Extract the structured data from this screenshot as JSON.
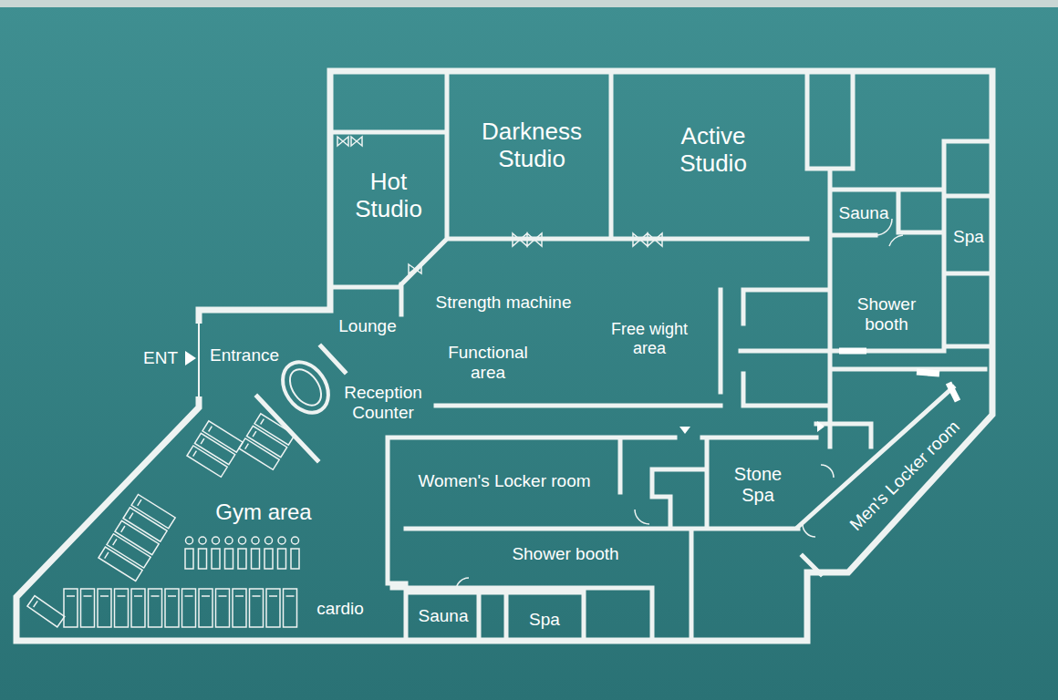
{
  "diagram": {
    "nodes": [
      {
        "text": [
          "Hot Studio"
        ]
      },
      {
        "text": [
          "Darkness Studio"
        ]
      },
      {
        "text": [
          "Active Studio"
        ]
      },
      {
        "text": [
          "Sauna"
        ]
      },
      {
        "text": [
          "Spa"
        ]
      },
      {
        "text": [
          "Shower booth"
        ]
      },
      {
        "text": [
          "Lounge"
        ]
      },
      {
        "text": [
          "Entrance"
        ]
      },
      {
        "text": [
          "Women's Locker room"
        ]
      },
      {
        "text": [
          "Stone Spa"
        ]
      },
      {
        "text": [
          "Men's Locker room"
        ]
      },
      {
        "text": [
          "Shower booth"
        ]
      },
      {
        "text": [
          "Sauna"
        ]
      },
      {
        "text": [
          "Spa"
        ]
      }
    ],
    "labels": [
      "ENT",
      "Strength machine",
      "Functional area",
      "Free wight area",
      "Reception Counter",
      "Gym area",
      "cardio"
    ]
  }
}
